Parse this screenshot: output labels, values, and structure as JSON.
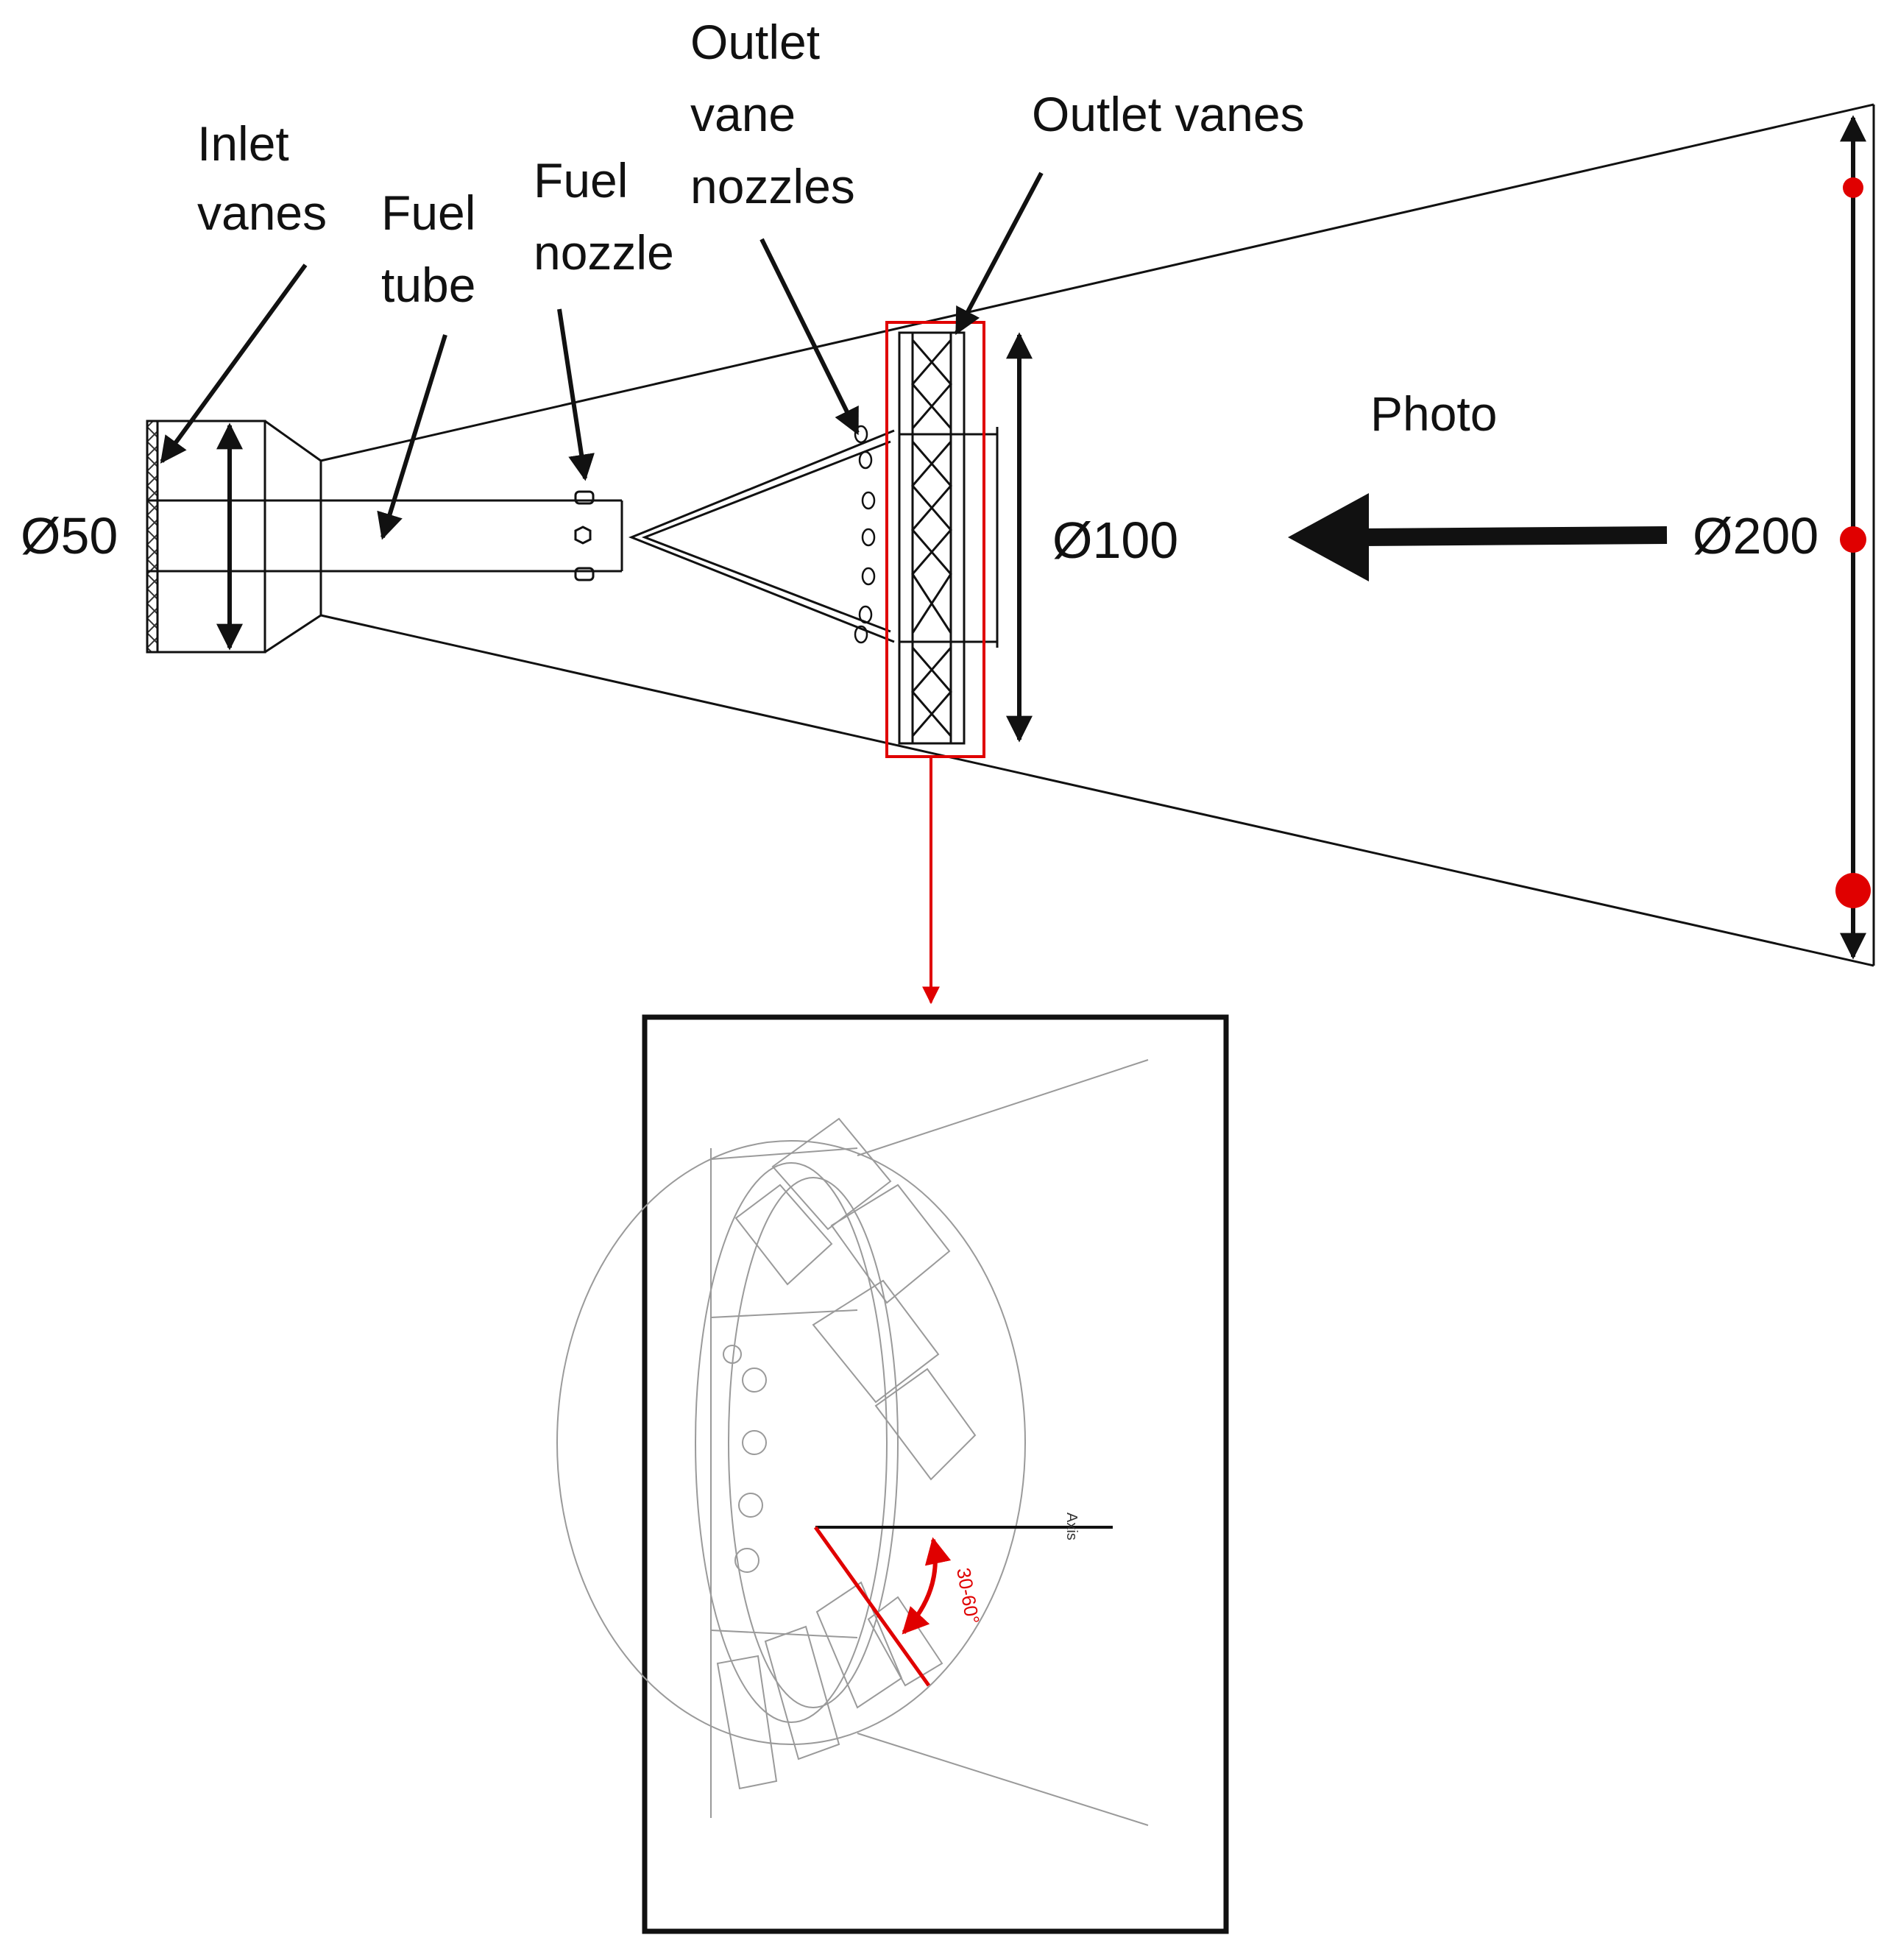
{
  "labels": {
    "inlet_vanes": [
      "Inlet",
      "vanes"
    ],
    "fuel_tube": [
      "Fuel",
      "tube"
    ],
    "fuel_nozzle": [
      "Fuel",
      "nozzle"
    ],
    "outlet_vane_nozzles": [
      "Outlet",
      "vane",
      "nozzles"
    ],
    "outlet_vanes": "Outlet vanes",
    "photo": "Photo"
  },
  "dimensions": {
    "inlet_diameter": "Ø50",
    "outlet_diameter": "Ø100",
    "exit_diameter": "Ø200"
  },
  "inset": {
    "axis_label": "Axis",
    "angle_label": "30-60°"
  },
  "colors": {
    "line": "#111111",
    "highlight": "#e00000",
    "faint_line": "#9a9a9a"
  }
}
